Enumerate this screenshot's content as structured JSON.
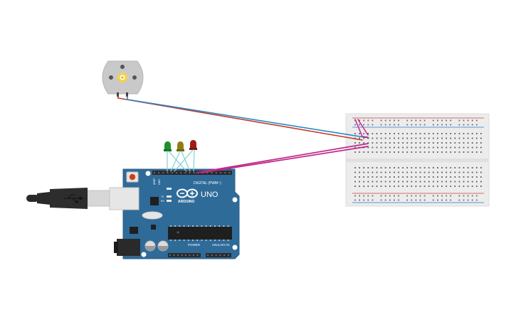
{
  "colors": {
    "board": "#2f6b99",
    "board_dark": "#1f4f75",
    "header": "#2b2b2b",
    "breadboard": "#ececec",
    "rail_red": "#d43b3b",
    "rail_blue": "#3b6fd4",
    "wire_red": "#c0392b",
    "wire_blue": "#2e86c1",
    "wire_magenta": "#c0288a",
    "wire_teal": "#7fd0d6",
    "led_green": "#1f8f2b",
    "led_yellow": "#8f7d14",
    "led_red": "#a31818",
    "motor_body": "#c8c8c8",
    "motor_shaft": "#f3d34a"
  },
  "arduino": {
    "name": "ARDUINO",
    "model": "UNO",
    "digital_label": "DIGITAL (PWM~)",
    "power_label": "POWER",
    "analog_label": "ANALOG IN",
    "tx_label": "TX",
    "rx_label": "RX",
    "aref_label": "AREF",
    "gnd_label": "GND"
  },
  "components": {
    "motor": "dc-motor",
    "leds": [
      "green-led",
      "yellow-led",
      "red-led"
    ],
    "usb": "usb-cable"
  }
}
